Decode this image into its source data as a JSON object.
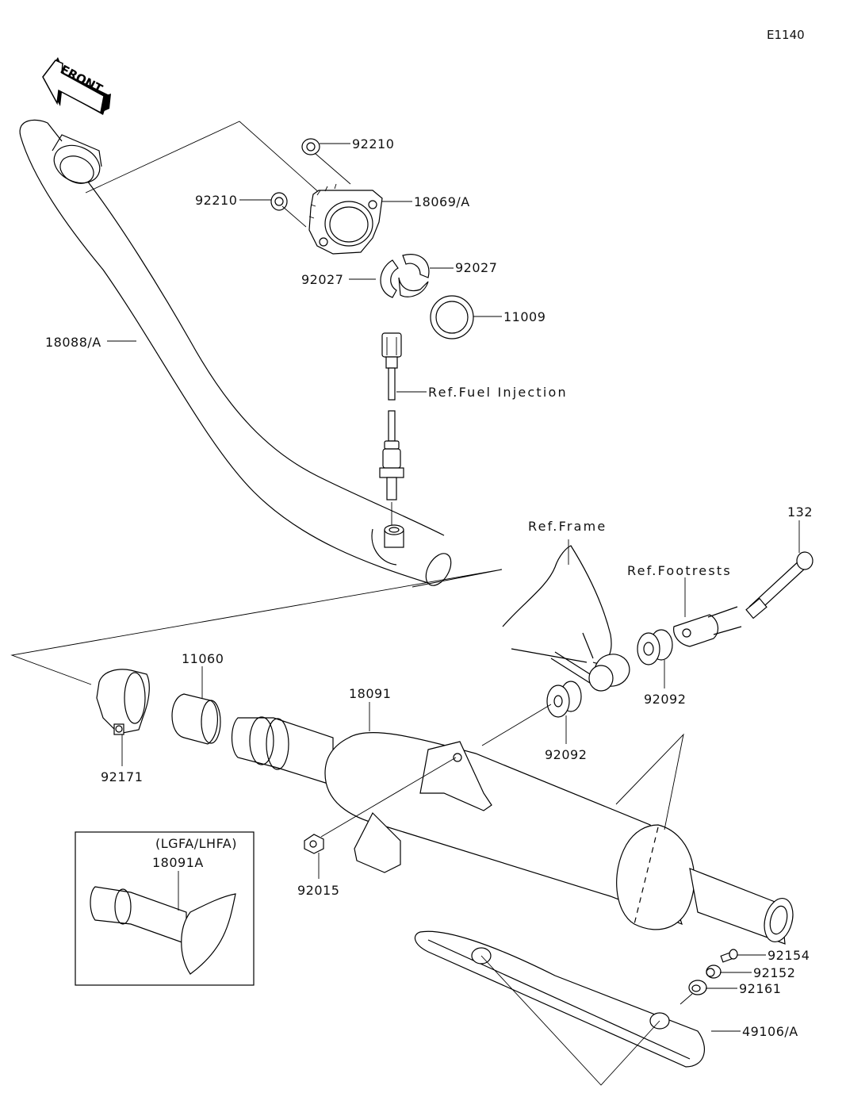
{
  "diagram": {
    "code": "E1140",
    "direction_arrow": "FRONT",
    "parts": [
      {
        "id": "p92210a",
        "number": "92210"
      },
      {
        "id": "p92210b",
        "number": "92210"
      },
      {
        "id": "p18069",
        "number": "18069/A"
      },
      {
        "id": "p92027a",
        "number": "92027"
      },
      {
        "id": "p92027b",
        "number": "92027"
      },
      {
        "id": "p11009",
        "number": "11009"
      },
      {
        "id": "p18088",
        "number": "18088/A"
      },
      {
        "id": "p132",
        "number": "132"
      },
      {
        "id": "p92092a",
        "number": "92092"
      },
      {
        "id": "p92092b",
        "number": "92092"
      },
      {
        "id": "p11060",
        "number": "11060"
      },
      {
        "id": "p18091",
        "number": "18091"
      },
      {
        "id": "p92171",
        "number": "92171"
      },
      {
        "id": "p92015",
        "number": "92015"
      },
      {
        "id": "p92154",
        "number": "92154"
      },
      {
        "id": "p92152",
        "number": "92152"
      },
      {
        "id": "p92161",
        "number": "92161"
      },
      {
        "id": "p49106",
        "number": "49106/A"
      }
    ],
    "references": {
      "fuel_injection": "Ref.Fuel Injection",
      "frame": "Ref.Frame",
      "footrests": "Ref.Footrests"
    },
    "inset": {
      "variant": "(LGFA/LHFA)",
      "part_number": "18091A"
    }
  }
}
